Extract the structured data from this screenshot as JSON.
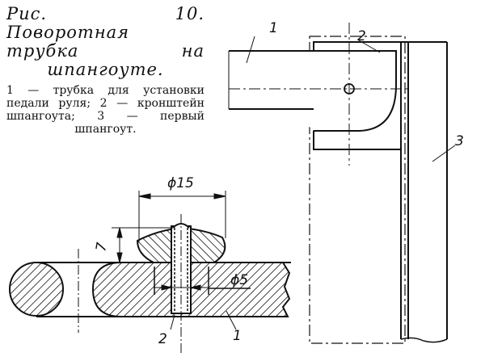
{
  "caption": {
    "title": "Рис. 10. Поворотная трубка на шпангоуте.",
    "legend": "1 — трубка для установки педали руля; 2 — кронштейн шпангоута; 3 — первый шпангоут."
  },
  "labels": {
    "top_tube": "1",
    "top_bracket": "2",
    "top_frame": "3",
    "dim_outer": "ϕ15",
    "dim_height": "7",
    "dim_hole": "ϕ5",
    "bottom_bracket": "2",
    "bottom_tube": "1"
  }
}
